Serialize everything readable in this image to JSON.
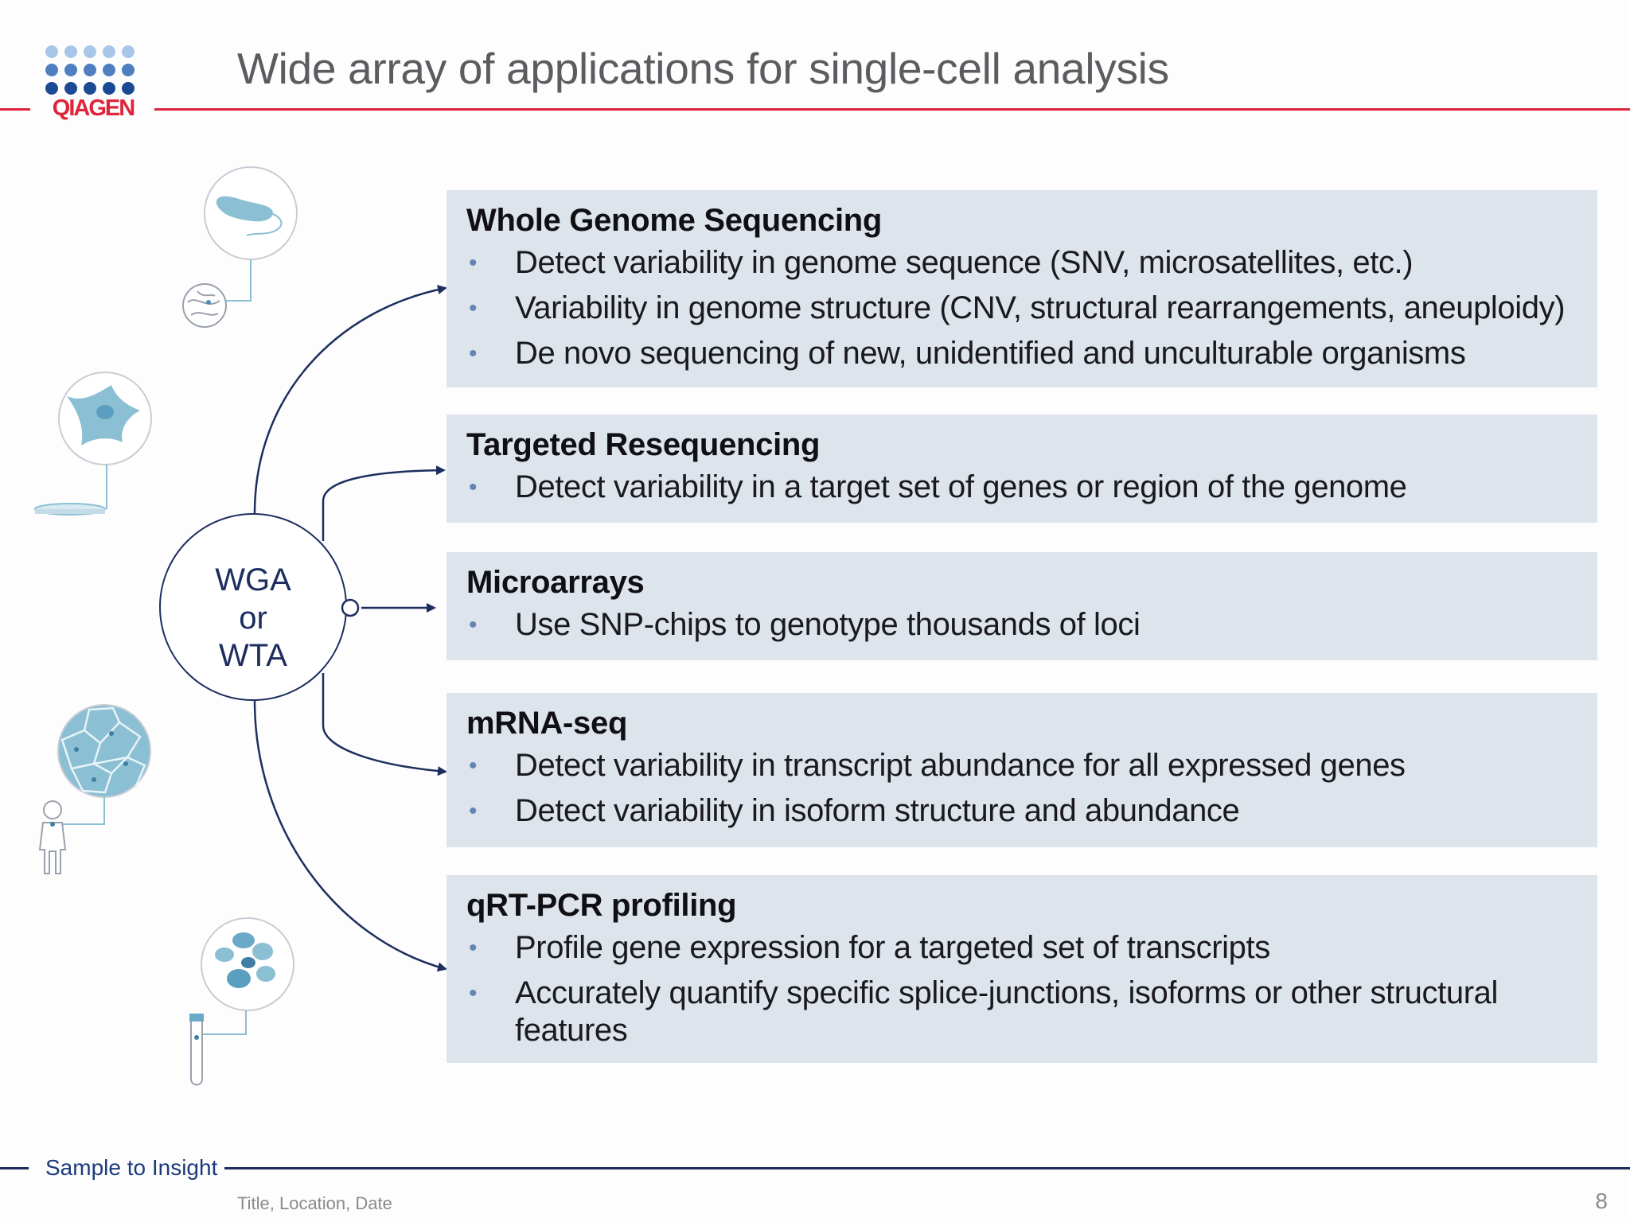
{
  "header": {
    "logo_text": "QIAGEN",
    "title": "Wide array of applications for single-cell analysis"
  },
  "hub": {
    "line1": "WGA",
    "line2": "or",
    "line3": "WTA"
  },
  "boxes": [
    {
      "heading": "Whole Genome Sequencing",
      "bullets": [
        "Detect variability in genome sequence (SNV, microsatellites, etc.)",
        "Variability in genome structure (CNV, structural rearrangements, aneuploidy)",
        "De novo sequencing of new, unidentified and unculturable organisms"
      ]
    },
    {
      "heading": "Targeted Resequencing",
      "bullets": [
        "Detect variability in a target set of genes or region of the genome"
      ]
    },
    {
      "heading": "Microarrays",
      "bullets": [
        "Use SNP-chips to genotype thousands of loci"
      ]
    },
    {
      "heading": "mRNA-seq",
      "bullets": [
        "Detect variability in transcript abundance for all expressed genes",
        "Detect variability in isoform structure and abundance"
      ]
    },
    {
      "heading": "qRT-PCR profiling",
      "bullets": [
        "Profile gene expression for a targeted set of transcripts",
        "Accurately quantify specific splice-junctions, isoforms or other structural features"
      ]
    }
  ],
  "bullet_glyph": "•",
  "footer": {
    "brand": "Sample to Insight",
    "meta": "Title, Location, Date",
    "page_number": "8"
  },
  "colors": {
    "brand_red": "#e0253a",
    "navy": "#1d2e5e",
    "box_fill": "#dee4ec",
    "bullet_blue": "#6486b4",
    "icon_teal": "#8bbfd3"
  },
  "icons": [
    "qiagen-logo",
    "bacterium-icon",
    "stem-cell-icon",
    "tissue-icon",
    "human-figure-icon",
    "blood-cells-icon",
    "test-tube-icon",
    "petri-dish-icon"
  ]
}
